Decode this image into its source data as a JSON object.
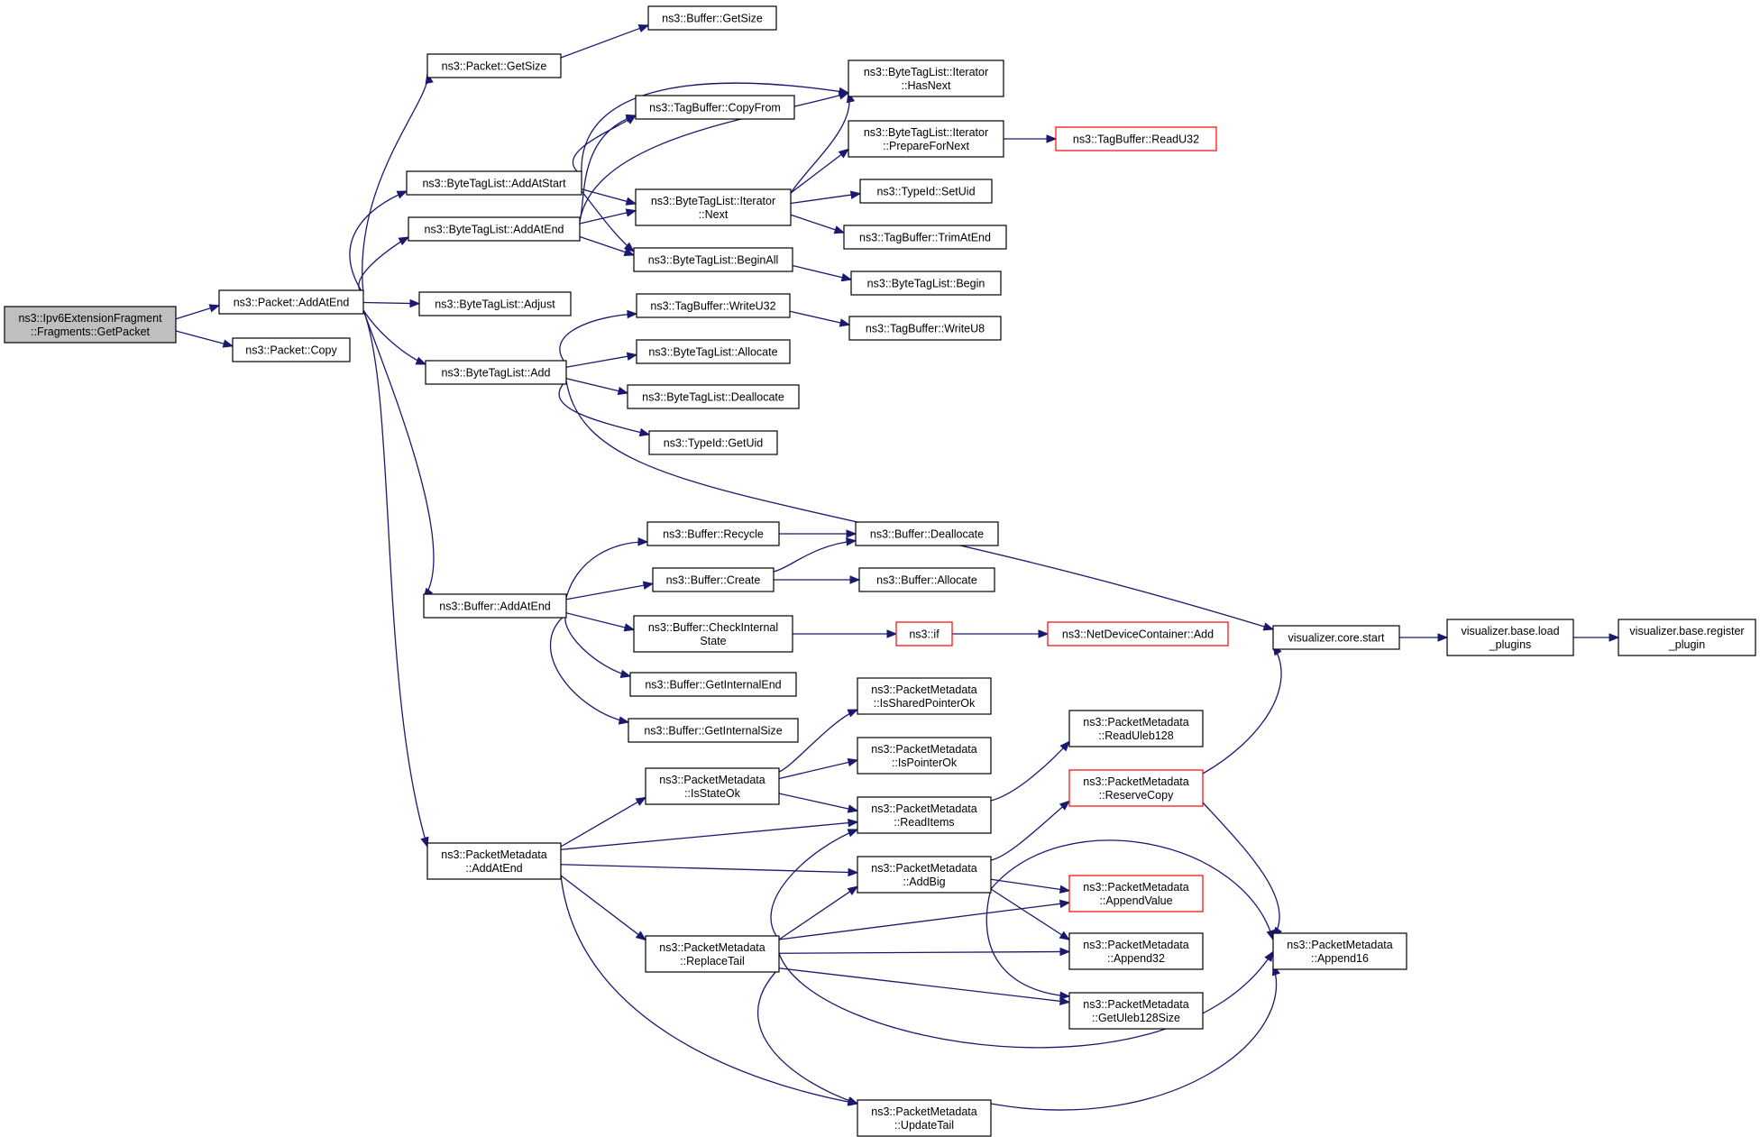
{
  "graph": {
    "colors": {
      "edge": "#191970",
      "node_border": "#000000",
      "truncated_border": "#ff0000",
      "root_fill": "#bfbfbf",
      "node_fill": "#ffffff"
    },
    "nodes": [
      {
        "id": "root",
        "lines": [
          "ns3::Ipv6ExtensionFragment",
          "::Fragments::GetPacket"
        ],
        "kind": "root"
      },
      {
        "id": "p_addatend",
        "lines": [
          "ns3::Packet::AddAtEnd"
        ]
      },
      {
        "id": "p_copy",
        "lines": [
          "ns3::Packet::Copy"
        ]
      },
      {
        "id": "p_getsize",
        "lines": [
          "ns3::Packet::GetSize"
        ]
      },
      {
        "id": "buf_getsize",
        "lines": [
          "ns3::Buffer::GetSize"
        ]
      },
      {
        "id": "btl_addatstart",
        "lines": [
          "ns3::ByteTagList::AddAtStart"
        ]
      },
      {
        "id": "btl_addatend",
        "lines": [
          "ns3::ByteTagList::AddAtEnd"
        ]
      },
      {
        "id": "btl_adjust",
        "lines": [
          "ns3::ByteTagList::Adjust"
        ]
      },
      {
        "id": "btl_add",
        "lines": [
          "ns3::ByteTagList::Add"
        ]
      },
      {
        "id": "buf_addatend",
        "lines": [
          "ns3::Buffer::AddAtEnd"
        ]
      },
      {
        "id": "pm_addatend",
        "lines": [
          "ns3::PacketMetadata",
          "::AddAtEnd"
        ]
      },
      {
        "id": "tb_copyfrom",
        "lines": [
          "ns3::TagBuffer::CopyFrom"
        ]
      },
      {
        "id": "it_next",
        "lines": [
          "ns3::ByteTagList::Iterator",
          "::Next"
        ]
      },
      {
        "id": "btl_beginall",
        "lines": [
          "ns3::ByteTagList::BeginAll"
        ]
      },
      {
        "id": "it_hasnext",
        "lines": [
          "ns3::ByteTagList::Iterator",
          "::HasNext"
        ]
      },
      {
        "id": "it_preparefornext",
        "lines": [
          "ns3::ByteTagList::Iterator",
          "::PrepareForNext"
        ]
      },
      {
        "id": "tb_readu32",
        "lines": [
          "ns3::TagBuffer::ReadU32"
        ],
        "kind": "trunc"
      },
      {
        "id": "tid_setuid",
        "lines": [
          "ns3::TypeId::SetUid"
        ]
      },
      {
        "id": "tb_trimatend",
        "lines": [
          "ns3::TagBuffer::TrimAtEnd"
        ]
      },
      {
        "id": "btl_begin",
        "lines": [
          "ns3::ByteTagList::Begin"
        ]
      },
      {
        "id": "tb_writeu32",
        "lines": [
          "ns3::TagBuffer::WriteU32"
        ]
      },
      {
        "id": "tb_writeu8",
        "lines": [
          "ns3::TagBuffer::WriteU8"
        ]
      },
      {
        "id": "btl_allocate",
        "lines": [
          "ns3::ByteTagList::Allocate"
        ]
      },
      {
        "id": "btl_deallocate",
        "lines": [
          "ns3::ByteTagList::Deallocate"
        ]
      },
      {
        "id": "tid_getuid",
        "lines": [
          "ns3::TypeId::GetUid"
        ]
      },
      {
        "id": "buf_recycle",
        "lines": [
          "ns3::Buffer::Recycle"
        ]
      },
      {
        "id": "buf_deallocate",
        "lines": [
          "ns3::Buffer::Deallocate"
        ]
      },
      {
        "id": "buf_create",
        "lines": [
          "ns3::Buffer::Create"
        ]
      },
      {
        "id": "buf_allocate",
        "lines": [
          "ns3::Buffer::Allocate"
        ]
      },
      {
        "id": "buf_checkinternal",
        "lines": [
          "ns3::Buffer::CheckInternal",
          "State"
        ]
      },
      {
        "id": "ns3_if",
        "lines": [
          "ns3::if"
        ],
        "kind": "trunc"
      },
      {
        "id": "ndc_add",
        "lines": [
          "ns3::NetDeviceContainer::Add"
        ],
        "kind": "trunc"
      },
      {
        "id": "buf_getinternalend",
        "lines": [
          "ns3::Buffer::GetInternalEnd"
        ]
      },
      {
        "id": "buf_getinternalsize",
        "lines": [
          "ns3::Buffer::GetInternalSize"
        ]
      },
      {
        "id": "vis_start",
        "lines": [
          "visualizer.core.start"
        ]
      },
      {
        "id": "vis_load",
        "lines": [
          "visualizer.base.load",
          "_plugins"
        ]
      },
      {
        "id": "vis_register",
        "lines": [
          "visualizer.base.register",
          "_plugin"
        ]
      },
      {
        "id": "pm_issharedpointerok",
        "lines": [
          "ns3::PacketMetadata",
          "::IsSharedPointerOk"
        ]
      },
      {
        "id": "pm_ispointerok",
        "lines": [
          "ns3::PacketMetadata",
          "::IsPointerOk"
        ]
      },
      {
        "id": "pm_isstateok",
        "lines": [
          "ns3::PacketMetadata",
          "::IsStateOk"
        ]
      },
      {
        "id": "pm_readitems",
        "lines": [
          "ns3::PacketMetadata",
          "::ReadItems"
        ]
      },
      {
        "id": "pm_readuleb128",
        "lines": [
          "ns3::PacketMetadata",
          "::ReadUleb128"
        ]
      },
      {
        "id": "pm_reservecopy",
        "lines": [
          "ns3::PacketMetadata",
          "::ReserveCopy"
        ],
        "kind": "trunc"
      },
      {
        "id": "pm_addbig",
        "lines": [
          "ns3::PacketMetadata",
          "::AddBig"
        ]
      },
      {
        "id": "pm_appendvalue",
        "lines": [
          "ns3::PacketMetadata",
          "::AppendValue"
        ],
        "kind": "trunc"
      },
      {
        "id": "pm_replacetail",
        "lines": [
          "ns3::PacketMetadata",
          "::ReplaceTail"
        ]
      },
      {
        "id": "pm_append32",
        "lines": [
          "ns3::PacketMetadata",
          "::Append32"
        ]
      },
      {
        "id": "pm_append16",
        "lines": [
          "ns3::PacketMetadata",
          "::Append16"
        ]
      },
      {
        "id": "pm_getuleb128size",
        "lines": [
          "ns3::PacketMetadata",
          "::GetUleb128Size"
        ]
      },
      {
        "id": "pm_updatetail",
        "lines": [
          "ns3::PacketMetadata",
          "::UpdateTail"
        ]
      }
    ]
  }
}
